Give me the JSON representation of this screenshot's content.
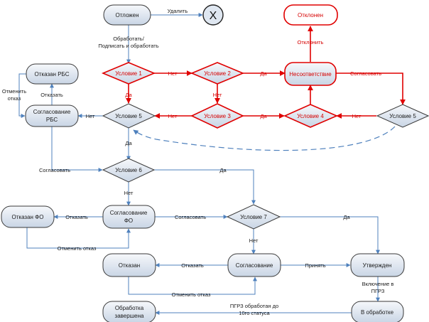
{
  "nodes": {
    "otlozhen": "Отложен",
    "udalit_x": "X",
    "otklonen": "Отклонен",
    "otkazan_rbs": "Отказан РБС",
    "uslovie1": "Условие 1",
    "uslovie2": "Условие 2",
    "nesootvetstvie": "Несоответствие",
    "soglasovanie_rbs_1": "Согласование",
    "soglasovanie_rbs_2": "РБС",
    "uslovie5_left": "Условие 5",
    "uslovie3": "Условие 3",
    "uslovie4": "Условие 4",
    "uslovie5_right": "Условие 5",
    "uslovie6": "Условие 6",
    "otkazan_fo": "Отказан ФО",
    "soglasovanie_fo_1": "Согласование",
    "soglasovanie_fo_2": "ФО",
    "uslovie7": "Условие 7",
    "otkazan": "Отказан",
    "soglasovanie": "Согласование",
    "utverzhden": "Утвержден",
    "obrabotka_zavershena_1": "Обработка",
    "obrabotka_zavershena_2": "завершена",
    "v_obrabotke": "В обработке"
  },
  "edges": {
    "udalit": "Удалить",
    "obrabotat_1": "Обработать/",
    "obrabotat_2": "Подписать и обработать",
    "otklonit": "Отклонить",
    "net_1_2": "Нет",
    "da_2_nes": "Да",
    "soglasovat_nes": "Согласовать",
    "da_1_5": "Да",
    "net_2_3": "Нет",
    "da_3_4": "Да",
    "net_5r_4": "Нет",
    "net_3_5": "Нет",
    "net_5_rbs": "Нет",
    "otmenit_otkaz_rbs_1": "Отменить",
    "otmenit_otkaz_rbs_2": "отказ",
    "otkazat_rbs": "Отказать",
    "da_5_6": "Да",
    "soglasovat_rbs_6": "Согласовать",
    "da_6_7": "Да",
    "net_6_fo": "Нет",
    "otkazat_fo": "Отказать",
    "soglasovat_fo_7": "Согласовать",
    "da_7_utv": "Да",
    "otmenit_otkaz_fo": "Отменить отказ",
    "net_7_sogl": "Нет",
    "otkazat": "Отказать",
    "prinyat": "Принять",
    "otmenit_otkaz": "Отменить отказ",
    "vklyuchenie_1": "Включение в",
    "vklyuchenie_2": "ПГРЗ",
    "pgrz_1": "ПГРЗ обработан до",
    "pgrz_2": "10го статуса"
  }
}
